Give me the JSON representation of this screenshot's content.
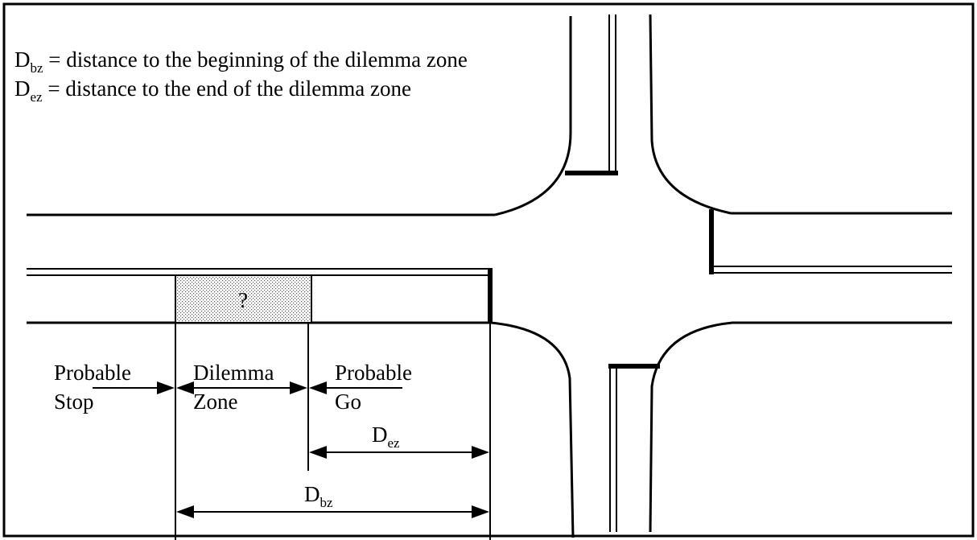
{
  "legend": {
    "bz_symbol": "D",
    "bz_subscript": "bz",
    "bz_text": " = distance to the beginning of the dilemma zone",
    "ez_symbol": "D",
    "ez_subscript": "ez",
    "ez_text": " = distance to the end of the dilemma zone"
  },
  "zone_marker": "?",
  "labels": {
    "probable_stop_line1": "Probable",
    "probable_stop_line2": "Stop",
    "dilemma_zone_line1": "Dilemma",
    "dilemma_zone_line2": "Zone",
    "probable_go_line1": "Probable",
    "probable_go_line2": "Go"
  },
  "dimensions": {
    "dez_symbol": "D",
    "dez_subscript": "ez",
    "dbz_symbol": "D",
    "dbz_subscript": "bz"
  },
  "colors": {
    "ink": "#000000",
    "zone_fill": "#d8d8d8"
  }
}
